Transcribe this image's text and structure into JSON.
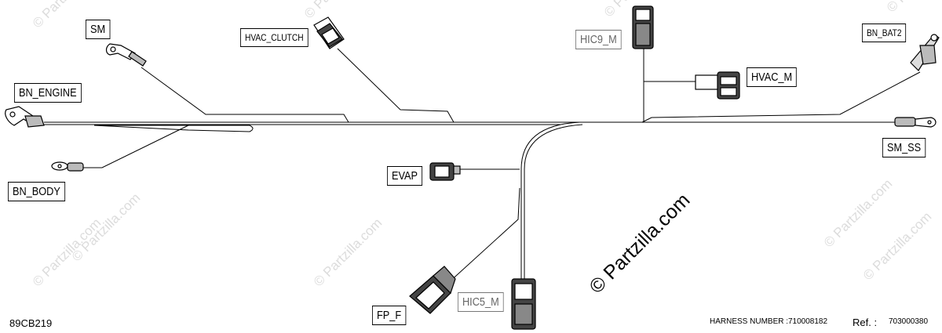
{
  "watermark": "© Partzilla.com",
  "labels": {
    "sm": "SM",
    "bn_engine": "BN_ENGINE",
    "bn_body": "BN_BODY",
    "hvac_clutch": "HVAC_CLUTCH",
    "hic9_m": "HIC9_M",
    "hvac_m": "HVAC_M",
    "bn_bat2": "BN_BAT2",
    "sm_ss": "SM_SS",
    "evap": "EVAP",
    "fp_f": "FP_F",
    "hic5_m": "HIC5_M"
  },
  "footer": {
    "diagram_code": "89CB219",
    "harness_label": "HARNESS NUMBER :",
    "harness_number": "710008182",
    "ref_label": "Ref. :",
    "ref_number": "703000380"
  }
}
